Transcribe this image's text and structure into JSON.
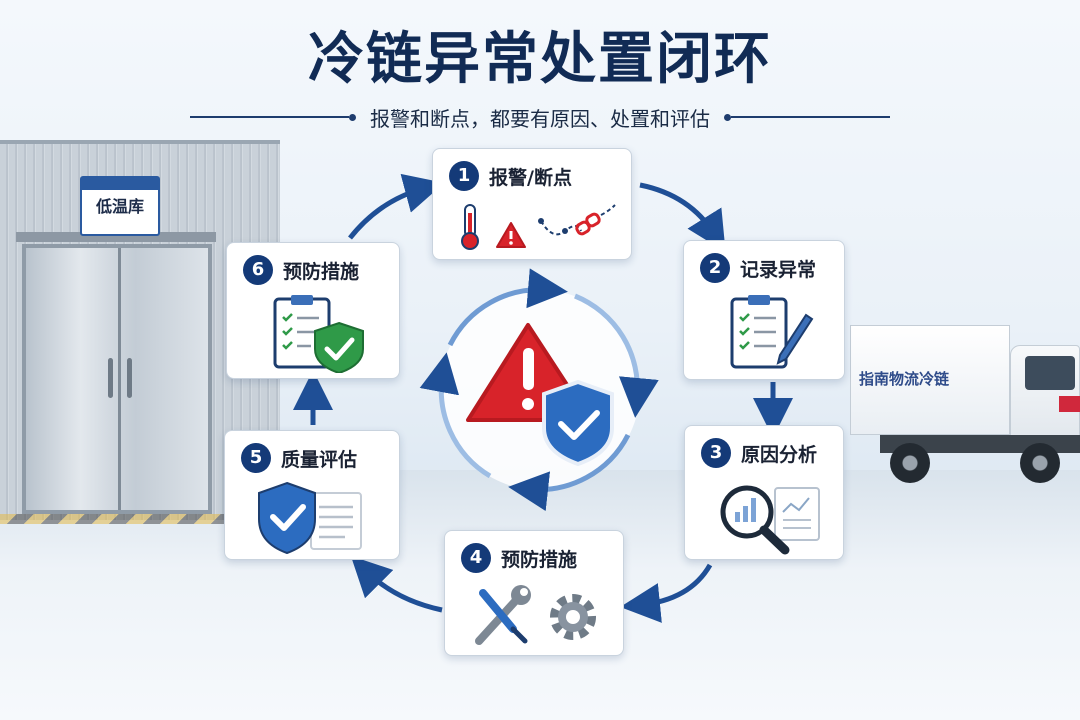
{
  "title": "冷链异常处置闭环",
  "subtitle": "报警和断点，都要有原因、处置和评估",
  "background": {
    "cold_room_sign": "低温库",
    "truck_text": "指南物流冷链"
  },
  "steps": [
    {
      "num": "1",
      "label": "报警/断点"
    },
    {
      "num": "2",
      "label": "记录异常"
    },
    {
      "num": "3",
      "label": "原因分析"
    },
    {
      "num": "4",
      "label": "预防措施"
    },
    {
      "num": "5",
      "label": "质量评估"
    },
    {
      "num": "6",
      "label": "预防措施"
    }
  ],
  "colors": {
    "accent": "#143a78",
    "arrow": "#1f4f96",
    "warning": "#d8232a",
    "shield": "#2c6cc0",
    "check_green": "#2f9a48"
  },
  "icons": {
    "step1": [
      "thermometer-icon",
      "warning-icon",
      "broken-link-icon"
    ],
    "step2": [
      "clipboard-pen-icon"
    ],
    "step3": [
      "magnifier-chart-icon"
    ],
    "step4": [
      "wrench-screwdriver-icon",
      "gear-icon"
    ],
    "step5": [
      "shield-check-icon",
      "document-icon"
    ],
    "step6": [
      "clipboard-shield-icon"
    ],
    "center": [
      "warning-shield-icon"
    ]
  }
}
